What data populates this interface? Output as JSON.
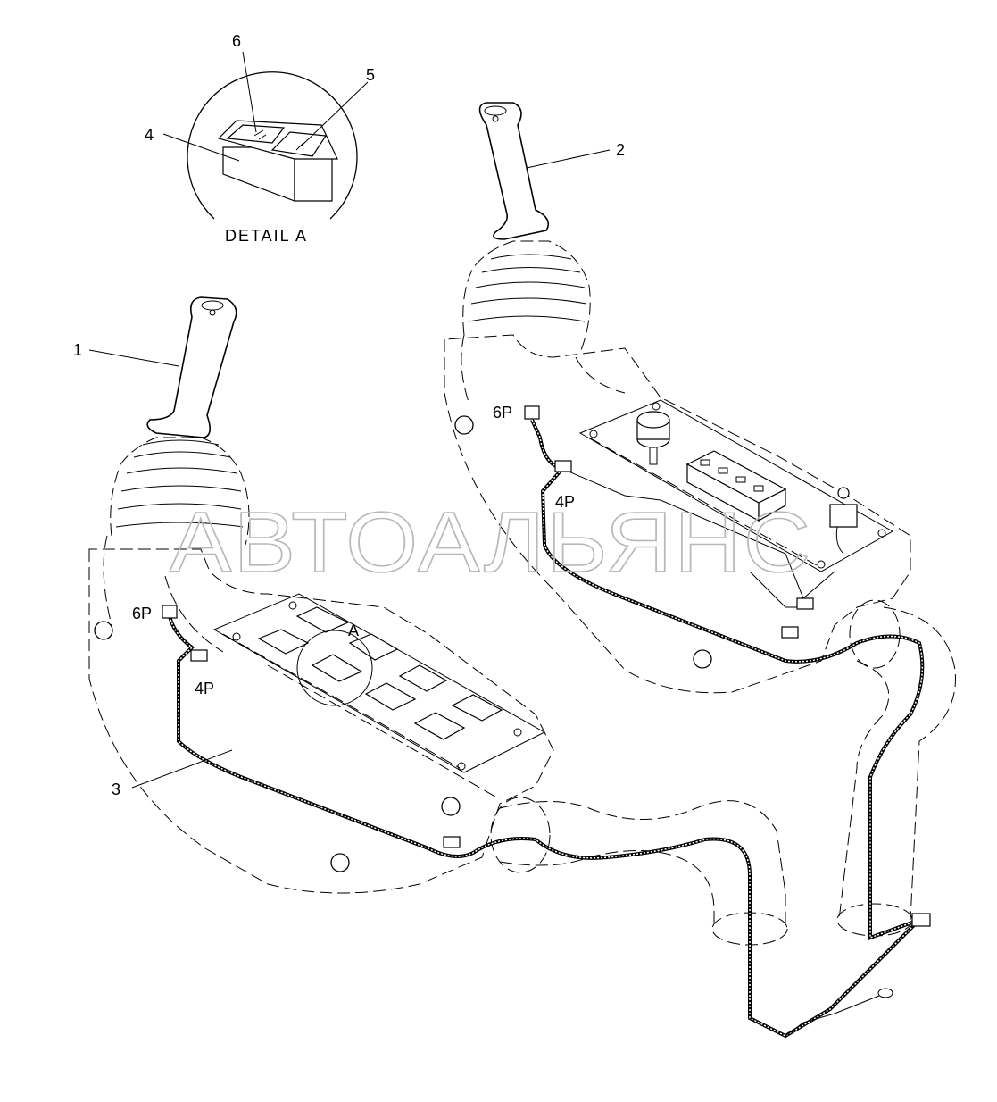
{
  "watermark": "АВТОАЛЬЯНС",
  "callouts": {
    "c1": "1",
    "c2": "2",
    "c3": "3",
    "c4": "4",
    "c5": "5",
    "c6": "6",
    "detailRef": "A"
  },
  "connectors": {
    "left6p": "6P",
    "left4p": "4P",
    "right6p": "6P",
    "right4p": "4P"
  },
  "detail": {
    "title": "DETAIL  A"
  }
}
